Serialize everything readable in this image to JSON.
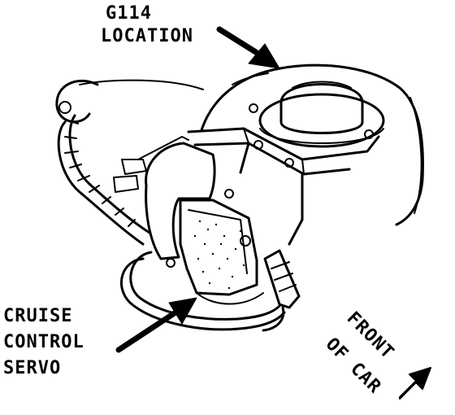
{
  "labels": {
    "g114_line1": "G114",
    "g114_line2": "LOCATION",
    "servo_line1": "CRUISE",
    "servo_line2": "CONTROL",
    "servo_line3": "SERVO",
    "front_line1": "FRONT",
    "front_line2": "OF CAR"
  },
  "colors": {
    "ink": "#000000",
    "paper": "#ffffff"
  }
}
